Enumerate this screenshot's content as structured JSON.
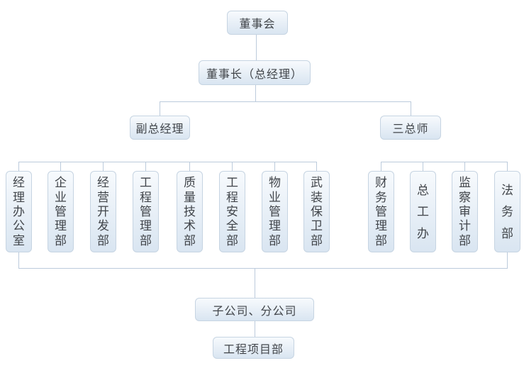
{
  "org_chart": {
    "board": "董事会",
    "chairman": "董事长（总经理）",
    "deputy_gm": "副总经理",
    "three_chiefs": "三总师",
    "deputy_departments": [
      "经理办公室",
      "企业管理部",
      "经营开发部",
      "工程管理部",
      "质量技术部",
      "工程安全部",
      "物业管理部",
      "武装保卫部"
    ],
    "chief_departments": [
      "财务管理部",
      "总工办",
      "监察审计部",
      "法务部"
    ],
    "subsidiaries": "子公司、分公司",
    "project_dept": "工程项目部"
  },
  "colors": {
    "line": "#bccbdc",
    "box_border": "#c6d4e2",
    "box_fill_top": "#f7fafd",
    "box_fill_bottom": "#d9e5f1",
    "text": "#41454a"
  }
}
